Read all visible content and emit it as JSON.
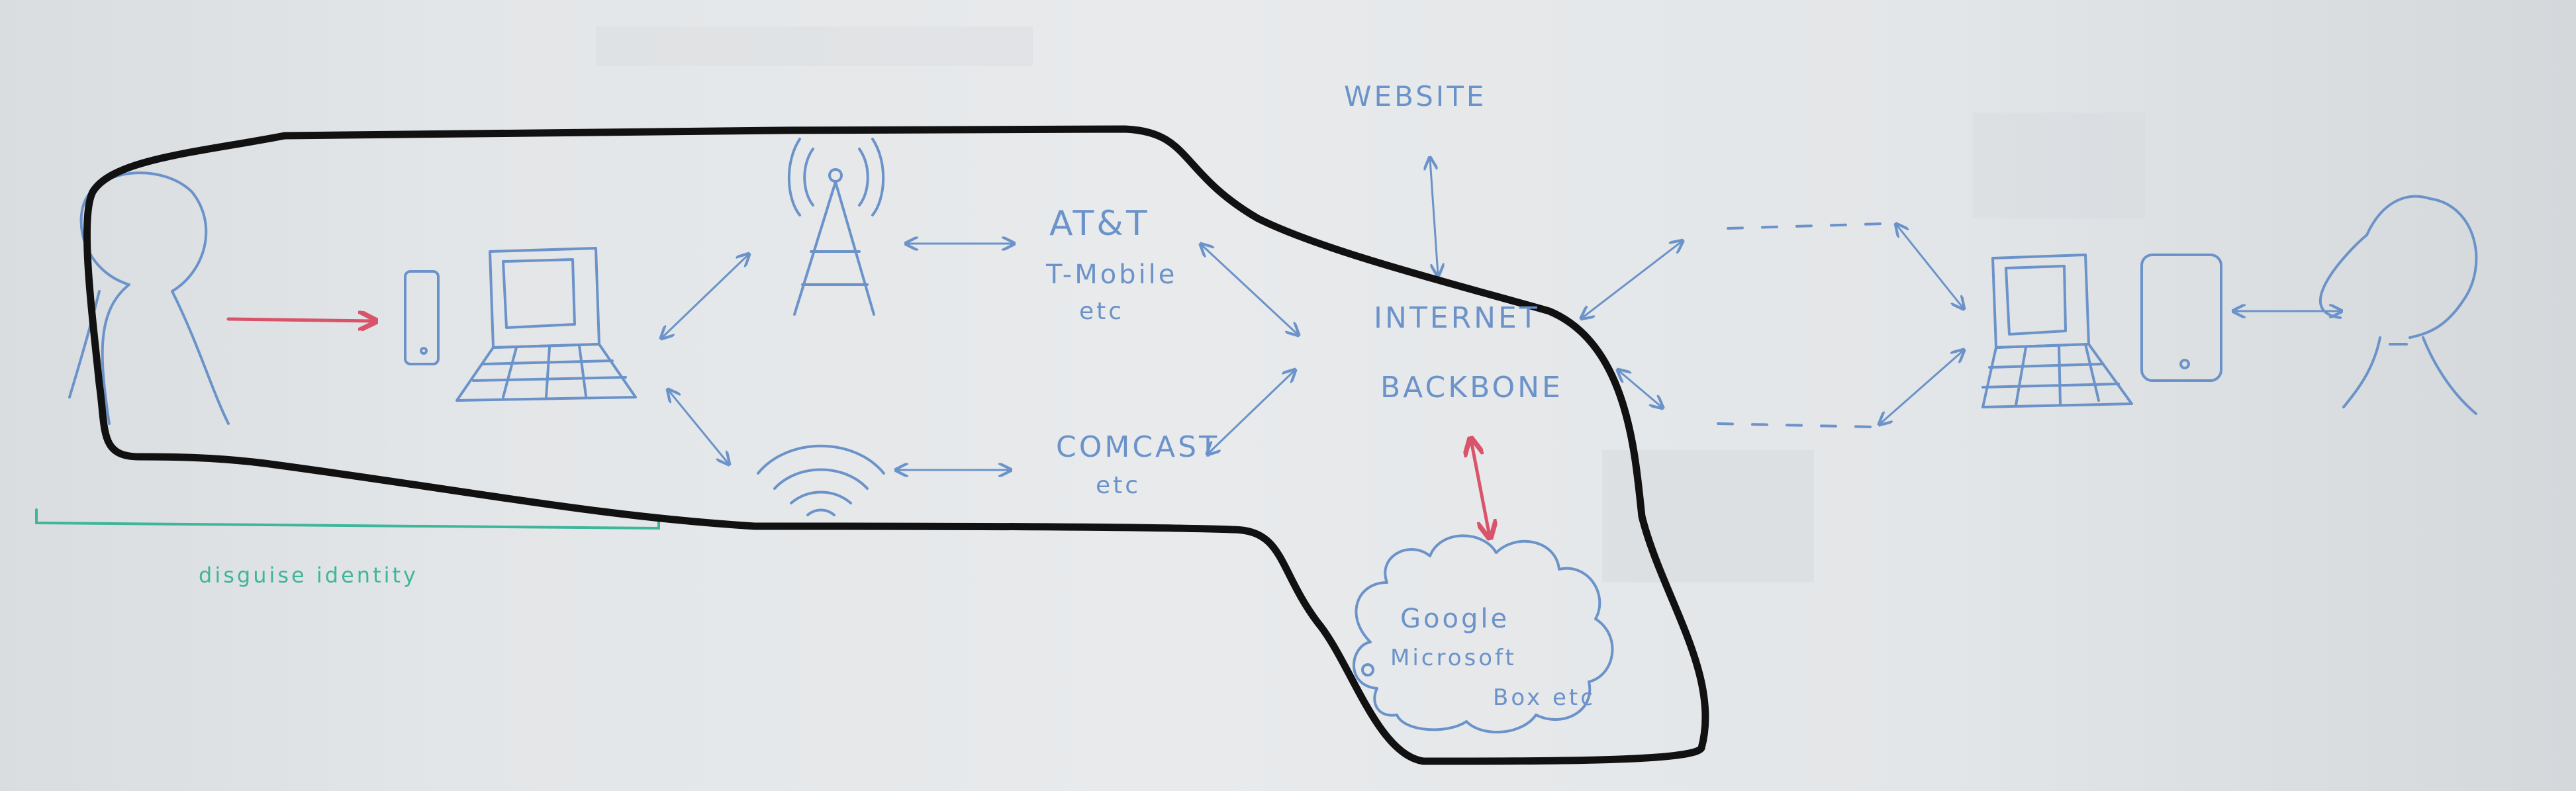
{
  "whiteboard": {
    "colors": {
      "board": "#e4e7e9",
      "blue_marker": "#6b93c9",
      "red_marker": "#d9546a",
      "black_marker": "#111111",
      "green_marker": "#3fb59a"
    },
    "labels": {
      "website": "WEBSITE",
      "att": "AT&T",
      "tmobile": "T-Mobile",
      "carriers_etc": "etc",
      "comcast": "COMCAST",
      "comcast_etc": "etc",
      "internet": "INTERNET",
      "backbone": "BACKBONE",
      "google": "Google",
      "microsoft": "Microsoft",
      "box_etc": "Box etc",
      "disguise_identity": "disguise identity"
    },
    "icons": [
      "person-left-icon",
      "phone-left-icon",
      "laptop-left-icon",
      "cell-tower-icon",
      "wifi-icon",
      "cloud-icon",
      "laptop-right-icon",
      "phone-right-icon",
      "person-right-icon"
    ]
  }
}
